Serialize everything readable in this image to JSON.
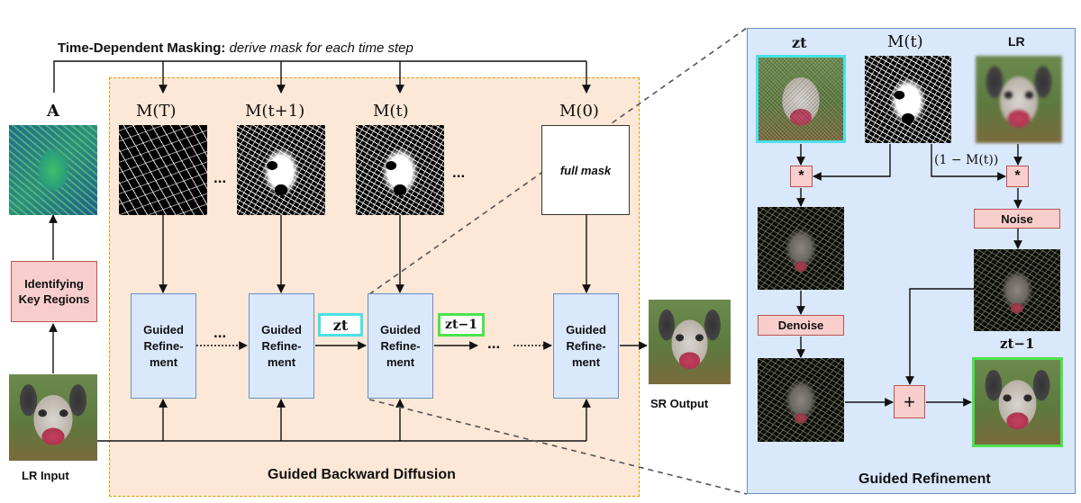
{
  "left": {
    "time_masking_label_bold": "Time-Dependent Masking:",
    "time_masking_label_italic": "derive mask for each time step",
    "attention_label": "A",
    "identify_label": "Identifying Key Regions",
    "lr_input_label": "LR Input",
    "backward_label": "Guided Backward Diffusion",
    "sr_output_label": "SR Output",
    "mask_labels": [
      "M(T)",
      "M(t+1)",
      "M(t)",
      "M(0)"
    ],
    "full_mask_label": "full mask",
    "ellipsis": "...",
    "refine_label": "Guided Refine-ment",
    "zt_label": "zt",
    "zt1_label": "zt−1"
  },
  "right": {
    "zt_label": "zt",
    "mt_label": "M(t)",
    "lr_label": "LR",
    "mult_symbol": "*",
    "one_minus_label": "(1 − M(t))",
    "noise_label": "Noise",
    "denoise_label": "Denoise",
    "plus_symbol": "+",
    "zt1_label": "zt−1",
    "title": "Guided Refinement"
  },
  "colors": {
    "panel_bg": "#fde8d7",
    "panel_border": "#d79b00",
    "right_bg": "#dae8fc",
    "right_border": "#6c8ebf",
    "cyan": "#4ae0e8",
    "green": "#4ce24c"
  }
}
